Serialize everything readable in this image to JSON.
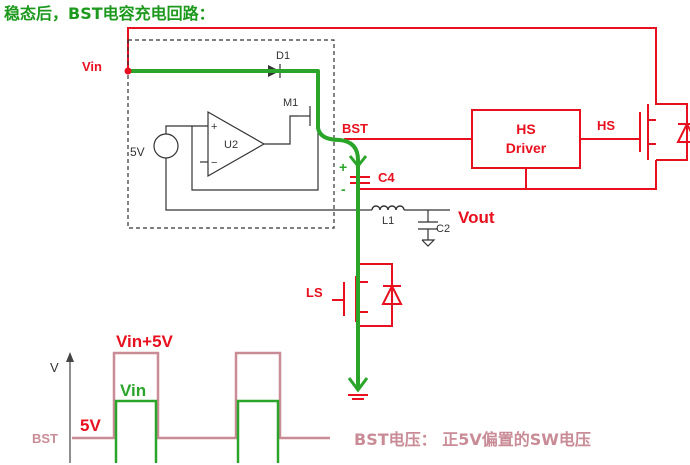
{
  "title": "稳态后，BST电容充电回路：",
  "colors": {
    "red": "#e8101e",
    "green": "#2aa52a",
    "pink": "#c98c96",
    "dark": "#333333",
    "title_green": "#1d9a1d"
  },
  "circuit": {
    "vin_label": "Vin",
    "d1_label": "D1",
    "m1_label": "M1",
    "u2_label": "U2",
    "source_label": "5V",
    "op_plus": "+",
    "op_minus": "−",
    "bst_label": "BST",
    "cap_label": "C4",
    "cap_plus": "+",
    "cap_minus": "-",
    "l1_label": "L1",
    "c2_label": "C2",
    "vout_label": "Vout",
    "driver_label_line1": "HS",
    "driver_label_line2": "Driver",
    "hs_label": "HS",
    "ls_label": "LS"
  },
  "waveform": {
    "y_axis_label": "V",
    "bst_label": "BST",
    "level_5v": "5V",
    "level_vin": "Vin",
    "level_vin_plus": "Vin+5V",
    "caption": "BST电压： 正5V偏置的SW电压"
  }
}
